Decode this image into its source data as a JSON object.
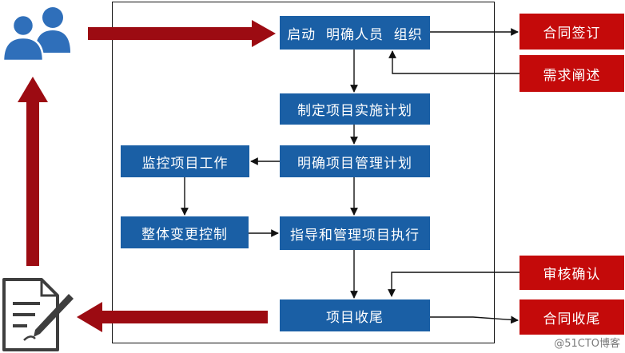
{
  "process": {
    "initiate": "启动  明确人员  组织",
    "plan": "制定项目实施计划",
    "mgmt_plan": "明确项目管理计划",
    "monitor": "监控项目工作",
    "change": "整体变更控制",
    "execute": "指导和管理项目执行",
    "close": "项目收尾"
  },
  "external": {
    "contract_sign": "合同签订",
    "requirements": "需求阐述",
    "review": "审核确认",
    "contract_close": "合同收尾"
  },
  "watermark": "@51CTO博客",
  "colors": {
    "process_box": "#1a5fa5",
    "external_box": "#c40a0a",
    "thick_arrow": "#9c0b12",
    "icon": "#2f6fba"
  },
  "icons": [
    "people-icon",
    "document-pen-icon"
  ]
}
